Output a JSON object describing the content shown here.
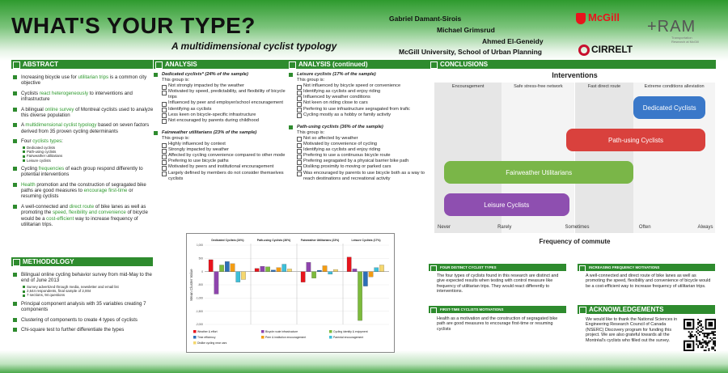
{
  "header": {
    "title": "WHAT'S YOUR TYPE?",
    "subtitle": "A multidimensional cyclist typology",
    "authors": [
      "Gabriel Damant-Sirois",
      "Michael Grimsrud",
      "Ahmed El-Geneidy"
    ],
    "affiliation": "McGill University, School of Urban Planning",
    "logos": {
      "mcgill": "McGill",
      "cirrelt": "CIRRELT",
      "ram": "+RAM",
      "ram_sub": "Transportation Research at McGill"
    }
  },
  "abstract": {
    "heading": "ABSTRACT",
    "p1a": "Increasing bicycle use for ",
    "p1b": "utilitarian trips",
    "p1c": " is a common city objective",
    "p2a": "Cyclists ",
    "p2b": "react heterogeneously",
    "p2c": " to interventions and infrastructure",
    "p3a": "A bilingual ",
    "p3b": "online survey",
    "p3c": " of Montreal cyclists used to analyze this diverse population",
    "p4a": "A ",
    "p4b": "multidimensional cyclist typology",
    "p4c": " based on seven factors derived from 35 proven cycling determinants",
    "p5a": "Four ",
    "p5b": "cyclists types",
    "p5c": ":",
    "types": [
      "Dedicated cyclists",
      "Path-using cyclists",
      "Fairweather utilitarians",
      "Leisure cyclists"
    ],
    "p6a": "Cycling ",
    "p6b": "frequencies",
    "p6c": " of each group respond differently to potential interventions",
    "p7a": "Health",
    "p7b": " promotion and the construction of segragated bike paths are good measures to ",
    "p7c": "encourage first-time",
    "p7d": " or resuming cyclists",
    "p8a": "A well-connected and ",
    "p8b": "direct route",
    "p8c": " of bike lanes as well as promoting the ",
    "p8d": "speed, flexibility and convenience",
    "p8e": " of bicycle would be a ",
    "p8f": "cost-efficient",
    "p8g": " way to increase frequency of utilitarian trips."
  },
  "methodology": {
    "heading": "METHODOLOGY",
    "m1": "Bilingual online cycling behavior survey from mid-May to the end of June 2013",
    "m1sub": [
      "Survey advertized through media, newsletter and email list",
      "2,644 respondents, final sample of 2,004",
      "7 sections, 94 questions"
    ],
    "m2": "Principal component analysis with 35 variables creating 7 components",
    "m3": "Clustering of components to create 4 types of cyclists",
    "m4": "Chi-square test to further differentiate the types"
  },
  "analysis": {
    "heading": "ANALYSIS",
    "dedicated_title": "Dedicated cyclists* (24% of the sample)",
    "dedicated_is": "This group is:",
    "dedicated": [
      "Not strongly impacted by the weather",
      "Motivated by speed, predictability, and flexibility of bicycle trips",
      "Influenced by peer and employer/school encouragement",
      "Identifying as cyclists",
      "Less keen on bicycle-specific infrastructure",
      "Not encouraged by parents during childhood"
    ],
    "fair_title": "Fairweather utilitarians (23% of the sample)",
    "fair_is": "This group is:",
    "fair": [
      "Highly influenced by context",
      "Strongly impacted by weather",
      "Affected by cycling convenience compared to other mode",
      "Prefering to use bicycle paths",
      "Motivated by peers and institutional encouragement",
      "Largely defined by members do not consider themselves cyclists"
    ]
  },
  "analysis2": {
    "heading": "ANALYSIS (continued)",
    "leisure_title": "Leisure cyclists (17% of the sample)",
    "leisure_is": "This group is:",
    "leisure": [
      "Not influenced by bicycle speed or convenience",
      "Identifying as cyclists and enjoy riding",
      "Influenced by weather conditions",
      "Not keen on riding close to cars",
      "Perfering to use infrastructure segragated from trafic",
      "Cycling mostly as a hobby or family activity"
    ],
    "path_title": "Path-using cyclists (36% of the sample)",
    "path_is": "This group is:",
    "path": [
      "Not so affected by weather",
      "Motivated by convenience of cycling",
      "Identifying as cyclists and enjoy riding",
      "Prefering to use a continuous bicycle route",
      "Prefering segragated by a physical barrier bike path",
      "Dislikng proximity to moving or parked cars",
      "Was encouraged by parents to use bicycle both as a way to reach destinations and recreational activity"
    ]
  },
  "chart_data": {
    "type": "bar",
    "ylabel": "Mean Cluster Value",
    "groups": [
      "Dedicated Cyclists (24%)",
      "Path-using Cyclists (36%)",
      "Fairweather Utilitarians (23%)",
      "Leisure Cyclists (17%)"
    ],
    "yticks": [
      "1,000",
      "500",
      "0",
      "-500",
      "-1,000",
      "-1,500",
      "-2,000"
    ],
    "ylim": [
      -2.0,
      1.0
    ],
    "series": [
      {
        "name": "Weather & effort",
        "color": "#e8141c",
        "values": [
          0.45,
          0.12,
          -0.4,
          0.55
        ]
      },
      {
        "name": "Bicycle route infrastructure",
        "color": "#8e44ad",
        "values": [
          -0.85,
          0.2,
          0.35,
          0.1
        ]
      },
      {
        "name": "Cycling identity & enjoyment",
        "color": "#7dbb3c",
        "values": [
          0.25,
          0.18,
          -0.25,
          0.6
        ]
      },
      {
        "name": "Time efficiency",
        "color": "#2c6fb7",
        "values": [
          0.38,
          0.06,
          0.05,
          -0.55
        ]
      },
      {
        "name": "Peer & institution encouragement",
        "color": "#f39c12",
        "values": [
          0.3,
          0.15,
          0.22,
          -0.2
        ]
      },
      {
        "name": "Parental encouragement",
        "color": "#3dbfd9",
        "values": [
          -0.4,
          0.28,
          -0.1,
          0.15
        ]
      },
      {
        "name": "Dislike cycling near cars",
        "color": "#f5d76e",
        "values": [
          -0.3,
          0.1,
          0.08,
          0.25
        ]
      }
    ],
    "outlier": {
      "group": 3,
      "series": "Cycling identity & enjoyment",
      "value": -1.85
    }
  },
  "conclusions": {
    "heading": "CONCLUSIONS",
    "chart_title": "Interventions",
    "columns": [
      "Encouragement",
      "Safe stress-free network",
      "Fast direct route",
      "Extreme conditions alleviation"
    ],
    "bars": [
      {
        "label": "Dedicated Cyclists",
        "color": "#3a78c9",
        "from": 0.71,
        "to": 1.0
      },
      {
        "label": "Path-using Cyclists",
        "color": "#d9413d",
        "from": 0.47,
        "to": 1.0
      },
      {
        "label": "Fairweather Utilitarians",
        "color": "#7ab648",
        "from": 0.0,
        "to": 0.71
      },
      {
        "label": "Leisure Cyclists",
        "color": "#8e4fb0",
        "from": 0.0,
        "to": 0.48
      }
    ],
    "xticks": [
      "Never",
      "Rarely",
      "Sometimes",
      "Often",
      "Always"
    ],
    "xlabel": "Frequency of commute"
  },
  "boxes": {
    "b1_hdr": "FOUR DISTINCT CYCLIST TYPES",
    "b1": "The four types of cyclists found in this research are distinct and give expected results when testing with control measure like frequency of utilitarian trips. They would react differently to interventions.",
    "b2_hdr": "INCREASING FREQUENCY MOTIVATIONS",
    "b2": "A well-connected and direct route of bike lanes as well as promoting the speed, flexibility and convenience of bicycle would be a cost-efficient way to increase frequency of utilitarian trips.",
    "b3_hdr": "FIRST-TIME CYCLISTS MOTIVATIONS",
    "b3": "Health as a motivation and the construction of segragated bike path are good measures to encourage first-time or resuming cyclists",
    "b4_hdr": "ACKNOWLEDGEMENTS",
    "b4": "We would like to thank the National Sciences in Engineering Research Council of Canada (NSERC) Discovery program for funding this project. We are also grateful towards all the Montréal's cyclists who filled out the survey."
  },
  "colors": {
    "accent": "#2e8b2e",
    "link": "#2e9a2e"
  }
}
